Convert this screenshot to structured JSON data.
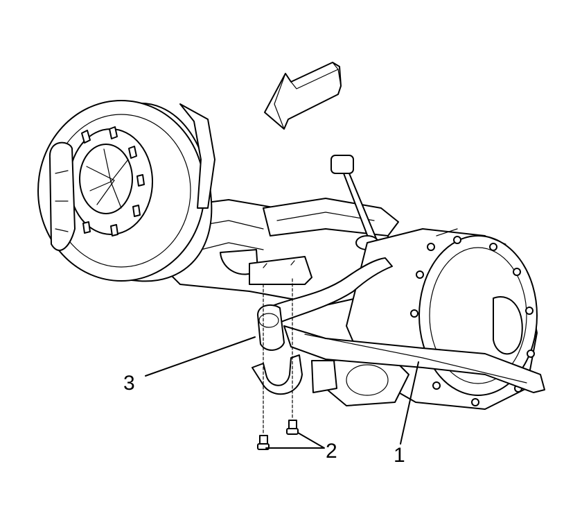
{
  "callouts": {
    "one": "1",
    "two": "2",
    "three": "3"
  },
  "icons": {
    "direction_arrow": "direction-arrow-icon"
  }
}
